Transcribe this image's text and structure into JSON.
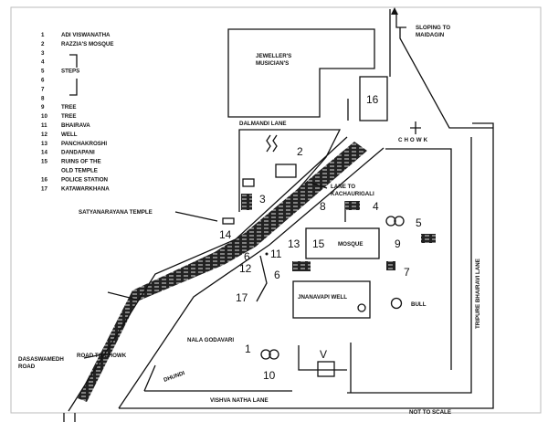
{
  "legend": [
    {
      "num": "1",
      "label": "ADI VISWANATHA"
    },
    {
      "num": "2",
      "label": "RAZZIA'S MOSQUE"
    },
    {
      "num": "3",
      "label": ""
    },
    {
      "num": "4",
      "label": ""
    },
    {
      "num": "5",
      "label": "STEPS"
    },
    {
      "num": "6",
      "label": ""
    },
    {
      "num": "7",
      "label": ""
    },
    {
      "num": "8",
      "label": ""
    },
    {
      "num": "9",
      "label": "TREE"
    },
    {
      "num": "10",
      "label": "TREE"
    },
    {
      "num": "11",
      "label": "BHAIRAVA"
    },
    {
      "num": "12",
      "label": "WELL"
    },
    {
      "num": "13",
      "label": "PANCHAKROSHI"
    },
    {
      "num": "14",
      "label": "DANDAPANI"
    },
    {
      "num": "15",
      "label": "RUINS OF THE"
    },
    {
      "num": "",
      "label": "OLD TEMPLE"
    },
    {
      "num": "16",
      "label": "POLICE STATION"
    },
    {
      "num": "17",
      "label": "KATAWARKHANA"
    }
  ],
  "labels": {
    "jeweller1": "JEWELLER'S",
    "jeweller2": "MUSICIAN'S",
    "sloping1": "SLOPING TO",
    "sloping2": "MAIDAGIN",
    "dalmandi": "DALMANDI LANE",
    "chowk": "CHOWK",
    "lane1": "LANE TO",
    "lane2": "KACHAURIGALI",
    "satyanarayana": "SATYANARAYANA TEMPLE",
    "mosque": "MOSQUE",
    "road_chowk": "ROAD TO CHOWK",
    "jnanavapi": "JNANAVAPI WELL",
    "bull": "BULL",
    "dasaswamedh1": "DASASWAMEDH",
    "dasaswamedh2": "ROAD",
    "nala": "NALA GODAVARI",
    "dhundi": "DHUNDI",
    "vishva": "VISHVA NATHA LANE",
    "tripure": "TRIPURE BHAIRAVI LANE",
    "scale": "NOT TO SCALE",
    "v": "V"
  },
  "markers": {
    "m2": "2",
    "m3": "3",
    "m4": "4",
    "m5": "5",
    "m6": "6",
    "m7": "7",
    "m8": "8",
    "m9": "9",
    "m10": "10",
    "m11": "11",
    "m12": "12",
    "m13": "13",
    "m14": "14",
    "m15": "15",
    "m16": "16",
    "m17": "17",
    "l1": "1",
    "l6": "6"
  }
}
